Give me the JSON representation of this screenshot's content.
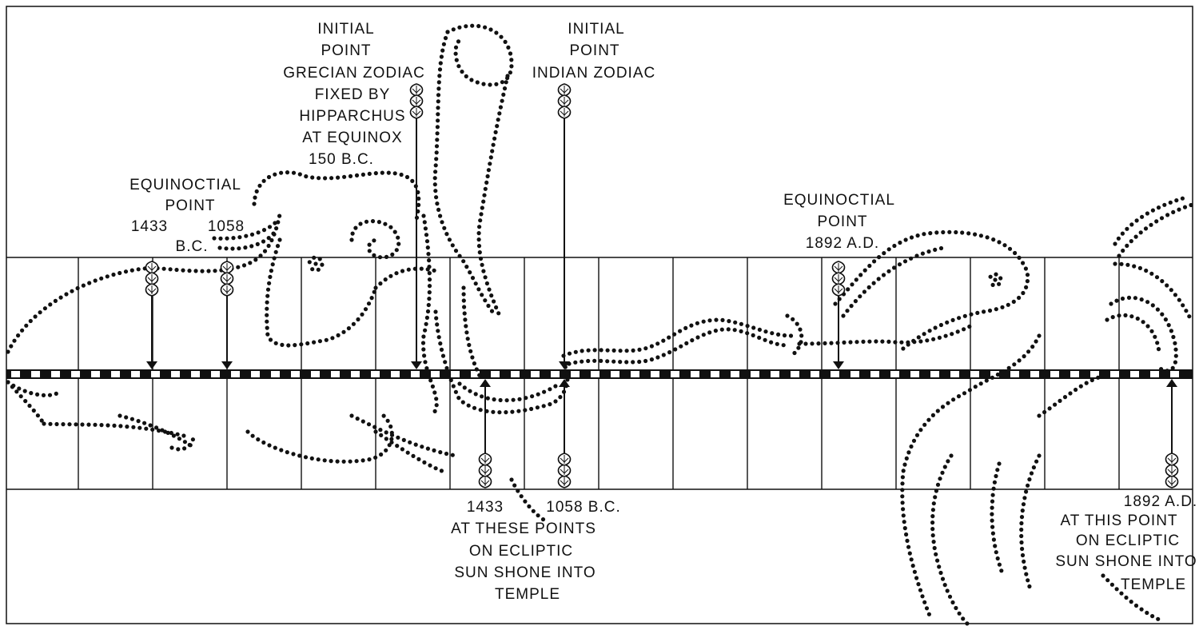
{
  "labels": {
    "grecian": {
      "line1": "INITIAL",
      "line2": "POINT",
      "line3": "GRECIAN ZODIAC",
      "line4": "FIXED BY",
      "line5": "HIPPARCHUS",
      "line6": "AT EQUINOX",
      "line7": "150 B.C."
    },
    "indian": {
      "line1": "INITIAL",
      "line2": "POINT",
      "line3": "INDIAN ZODIAC"
    },
    "equinoctial_bc": {
      "line1": "EQUINOCTIAL",
      "line2": "POINT",
      "year1": "1433",
      "year2": "1058",
      "era": "B.C."
    },
    "equinoctial_ad": {
      "line1": "EQUINOCTIAL",
      "line2": "POINT",
      "line3": "1892 A.D."
    },
    "temple_bc": {
      "year1": "1433",
      "year2": "1058 B.C.",
      "line1": "AT THESE POINTS",
      "line2": "ON ECLIPTIC",
      "line3": "SUN SHONE INTO",
      "line4": "TEMPLE"
    },
    "temple_ad": {
      "line1": "1892 A.D.",
      "line2": "AT THIS POINT",
      "line3": "ON ECLIPTIC",
      "line4": "SUN SHONE INTO",
      "line5": "TEMPLE"
    }
  },
  "colors": {
    "ink": "#111111",
    "paper": "#ffffff"
  }
}
